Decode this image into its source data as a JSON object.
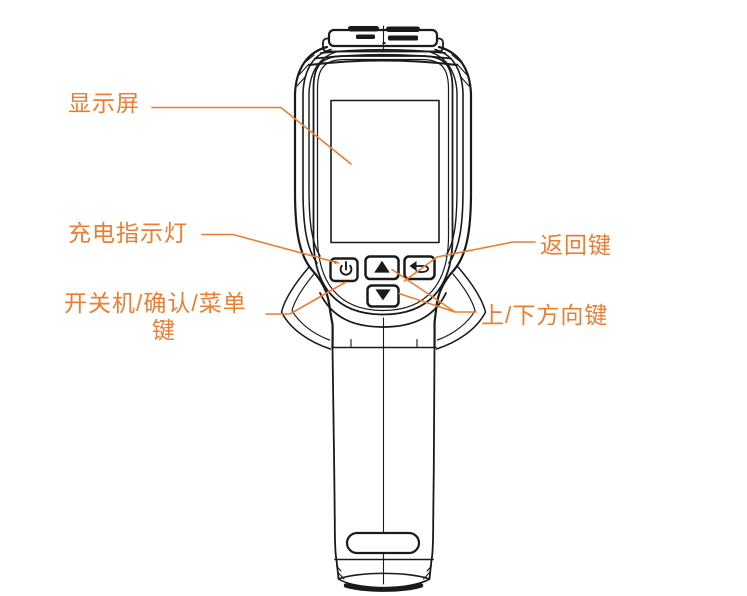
{
  "diagram": {
    "type": "device-callout-diagram",
    "accent_color": "#ED7D31",
    "line_color": "#1A1A1A",
    "labels": {
      "display": "显示屏",
      "charge_indicator": "充电指示灯",
      "power_menu_line1": "开关机/确认/菜单",
      "power_menu_line2": "键",
      "back": "返回键",
      "up_down": "上/下方向键"
    },
    "icons": {
      "power": "power-icon",
      "up": "up-arrow-icon",
      "down": "down-arrow-icon",
      "back": "back-arrow-icon",
      "led": "charge-led-dot"
    }
  }
}
